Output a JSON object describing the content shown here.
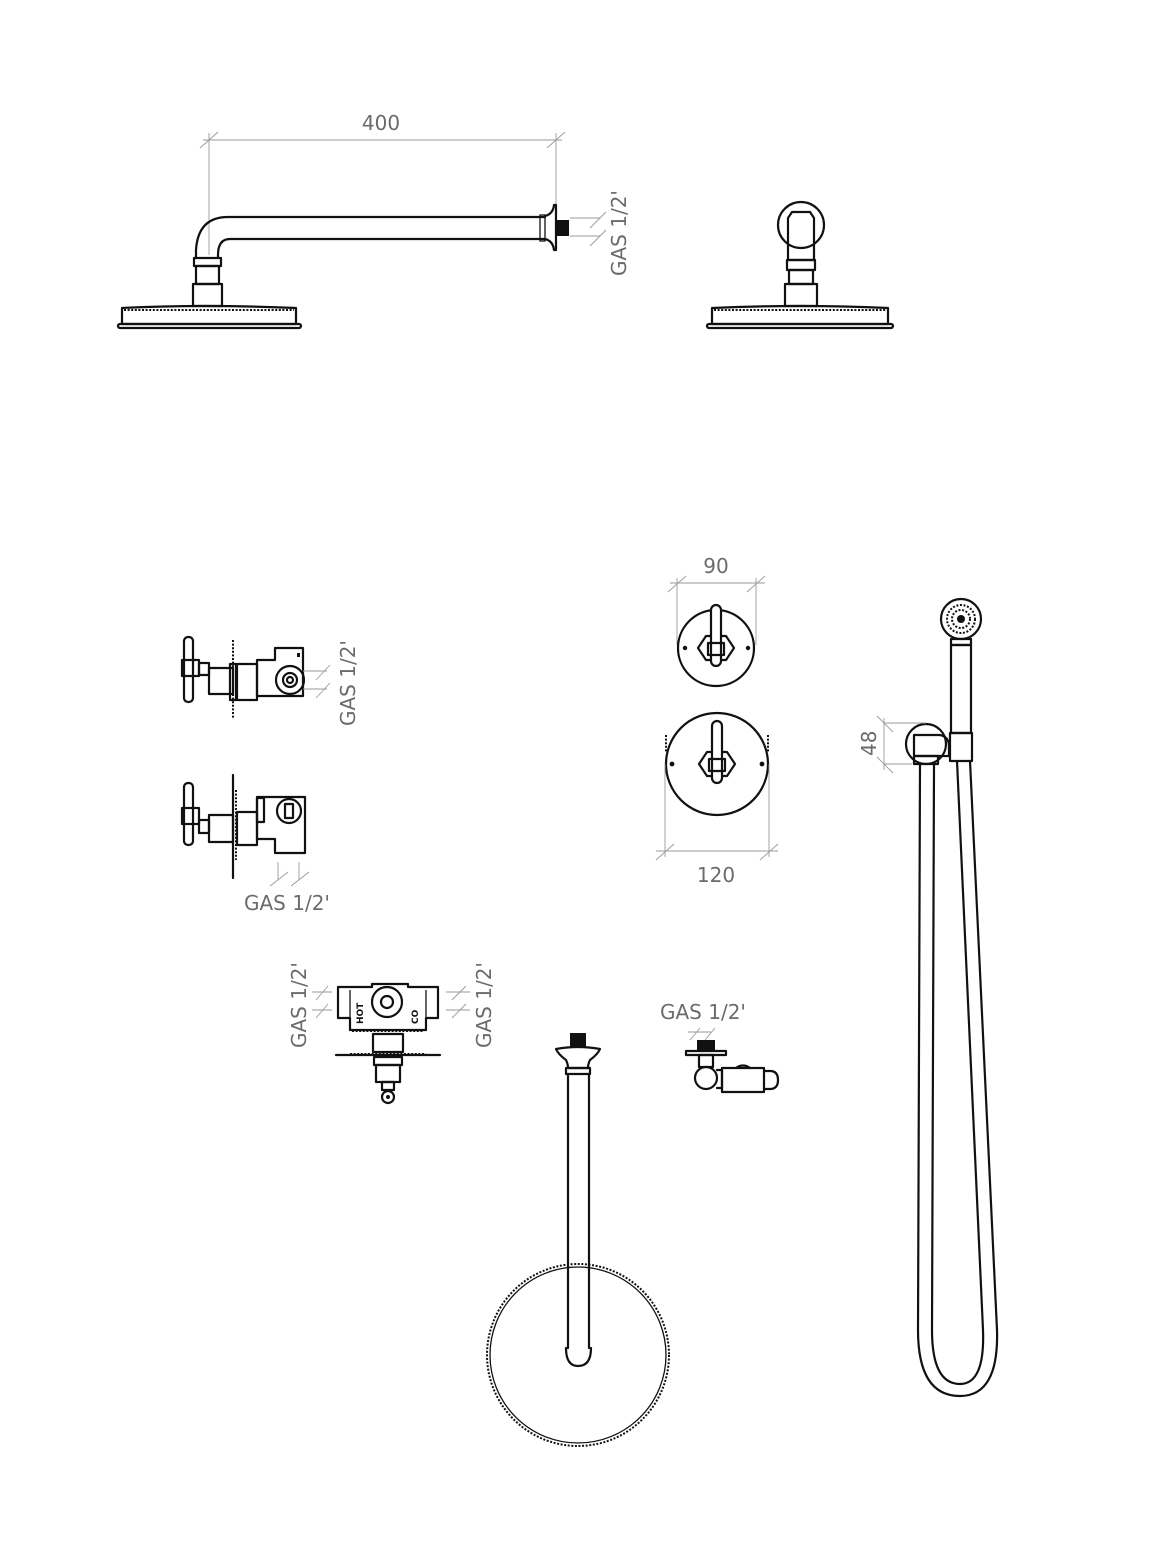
{
  "drawing": {
    "title": "Shower set technical drawing",
    "line_color": "#111111",
    "dimension_color": "#9a9a9a",
    "label_color": "#6b6b6b"
  },
  "components": {
    "overhead_arm_side": {
      "name": "Wall shower arm with head (side view)",
      "dimension_width": "400",
      "thread_label": "GAS 1/2'"
    },
    "overhead_arm_front": {
      "name": "Wall shower arm with head (front view)"
    },
    "valve_side_1": {
      "name": "Concealed valve (side view)",
      "thread_label": "GAS 1/2'"
    },
    "valve_side_2": {
      "name": "Concealed diverter valve (side view)",
      "thread_label": "GAS 1/2'"
    },
    "trim_plates": {
      "small_plate_dimension": "90",
      "large_plate_dimension": "120"
    },
    "hand_shower": {
      "name": "Hand shower with wall outlet and hose",
      "dimension_height": "48"
    },
    "thermostatic_body": {
      "name": "Thermostatic mixer body",
      "thread_label_left": "GAS 1/2'",
      "thread_label_right": "GAS 1/2'",
      "hot_label": "HOT",
      "cold_label": "CO"
    },
    "ceiling_arm": {
      "name": "Ceiling shower arm with head"
    },
    "wall_outlet": {
      "name": "Wall outlet elbow",
      "thread_label": "GAS 1/2'"
    }
  }
}
